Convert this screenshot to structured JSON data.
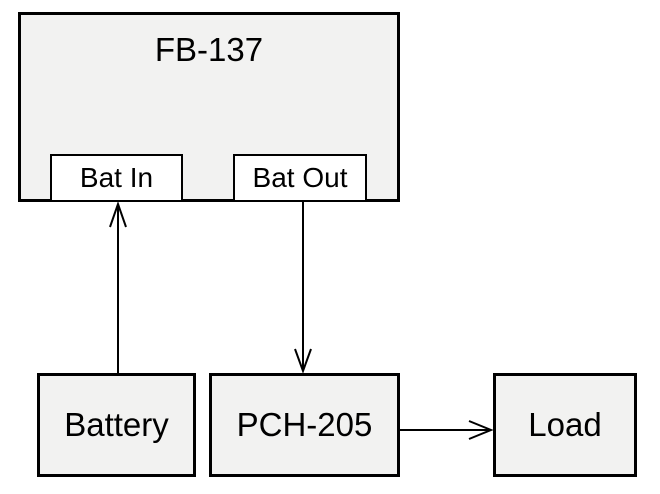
{
  "diagram": {
    "type": "block-diagram",
    "colors": {
      "background": "#ffffff",
      "node_fill": "#f2f2f1",
      "port_fill": "#ffffff",
      "line": "#000000",
      "text": "#000000"
    },
    "nodes": {
      "fb137": {
        "label": "FB-137",
        "kind": "container"
      },
      "bat_in": {
        "label": "Bat In",
        "kind": "port",
        "parent": "FB-137"
      },
      "bat_out": {
        "label": "Bat Out",
        "kind": "port",
        "parent": "FB-137"
      },
      "battery": {
        "label": "Battery",
        "kind": "block"
      },
      "pch205": {
        "label": "PCH-205",
        "kind": "block"
      },
      "load": {
        "label": "Load",
        "kind": "block"
      }
    },
    "connections": [
      {
        "from": "Battery",
        "to": "Bat In",
        "direction": "up",
        "arrowhead": "open"
      },
      {
        "from": "Bat Out",
        "to": "PCH-205",
        "direction": "down",
        "arrowhead": "open"
      },
      {
        "from": "PCH-205",
        "to": "Load",
        "direction": "right",
        "arrowhead": "open"
      }
    ]
  }
}
